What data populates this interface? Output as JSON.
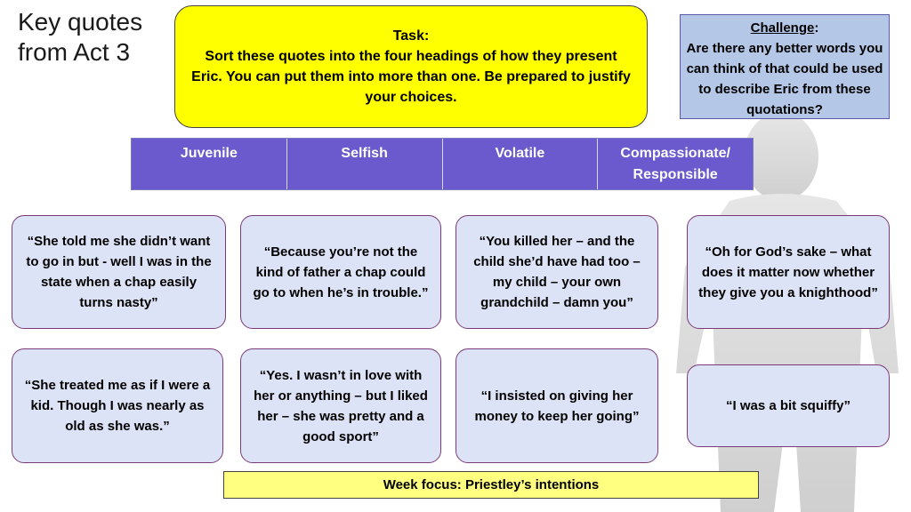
{
  "slide": {
    "title": "Key quotes from Act 3"
  },
  "task": {
    "heading": "Task:",
    "body": "Sort these quotes into the four headings of how they present Eric.  You can put them into more than one. Be prepared to justify your choices."
  },
  "challenge": {
    "heading": "Challenge",
    "colon": ":",
    "body": "Are there any better words you can think of that could be used to describe Eric from these quotations?"
  },
  "headings": [
    {
      "label": "Juvenile"
    },
    {
      "label": "Selfish"
    },
    {
      "label": "Volatile"
    },
    {
      "label": "Compassionate/ Responsible"
    }
  ],
  "quotes": [
    {
      "text": "“She told me she didn’t want to go in but - well I was in the state when a chap easily turns nasty”"
    },
    {
      "text": "“Because you’re not the kind of father a chap could go to when he’s in trouble.”"
    },
    {
      "text": "“You killed her – and the child she’d have had too – my child – your own grandchild – damn you”"
    },
    {
      "text": "“Oh for God’s sake – what does it matter now whether they give you a knighthood”"
    },
    {
      "text": "“She treated me as if I were a kid. Though I was nearly as old as she was.”"
    },
    {
      "text": "“Yes. I wasn’t in love with her or anything – but I liked her – she was pretty and a good sport”"
    },
    {
      "text": "“I insisted on giving her money to keep her going”"
    },
    {
      "text": "“I was a bit squiffy”"
    }
  ],
  "week_focus": "Week focus: Priestley’s intentions",
  "colors": {
    "task_bg": "#ffff00",
    "challenge_bg": "#b4c7e7",
    "heading_bg": "#6a5acd",
    "quote_bg": "#dde3f6",
    "quote_border": "#7a3a78",
    "week_bg": "#ffff80"
  }
}
